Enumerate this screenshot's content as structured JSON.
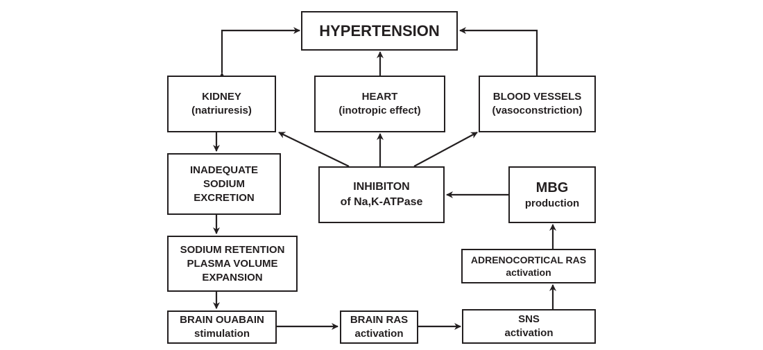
{
  "nodes": {
    "hypertension": {
      "lines": [
        "HYPERTENSION"
      ]
    },
    "kidney": {
      "lines": [
        "KIDNEY",
        "(natriuresis)"
      ]
    },
    "heart": {
      "lines": [
        "HEART",
        "(inotropic effect)"
      ]
    },
    "blood_vessels": {
      "lines": [
        "BLOOD VESSELS",
        "(vasoconstriction)"
      ]
    },
    "inadequate_sodium": {
      "lines": [
        "INADEQUATE",
        "SODIUM",
        "EXCRETION"
      ]
    },
    "inhibition": {
      "lines": [
        "INHIBITON",
        "of Na,K-ATPase"
      ]
    },
    "mbg": {
      "lines": [
        "MBG",
        "production"
      ]
    },
    "sodium_retention": {
      "lines": [
        "SODIUM RETENTION",
        "PLASMA VOLUME",
        "EXPANSION"
      ]
    },
    "adrenocortical": {
      "lines": [
        "ADRENOCORTICAL RAS",
        "activation"
      ]
    },
    "brain_ouabain": {
      "lines": [
        "BRAIN OUABAIN",
        "stimulation"
      ]
    },
    "brain_ras": {
      "lines": [
        "BRAIN RAS",
        "activation"
      ]
    },
    "sns": {
      "lines": [
        "SNS",
        "activation"
      ]
    }
  },
  "colors": {
    "stroke": "#231f20",
    "background": "#ffffff"
  }
}
